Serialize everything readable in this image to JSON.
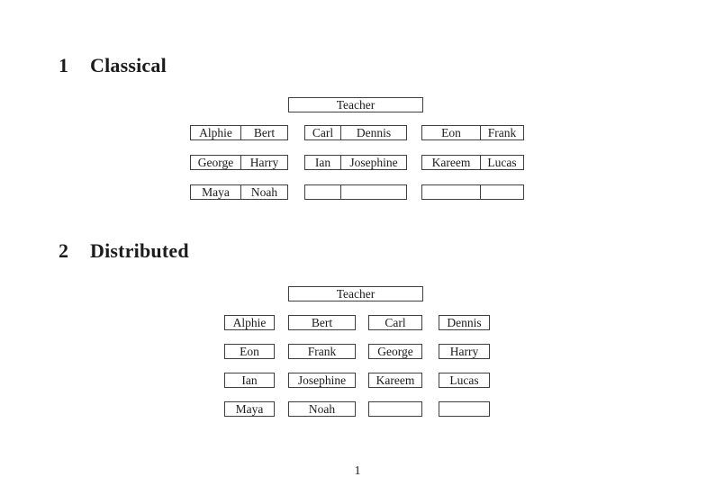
{
  "page": {
    "number": "1",
    "colors": {
      "background": "#ffffff",
      "border": "#3f3f3f",
      "text": "#1c1c1c"
    }
  },
  "sections": {
    "classical": {
      "number": "1",
      "title": "Classical",
      "teacher_label": "Teacher",
      "desk_rows": [
        [
          [
            "Alphie",
            "Bert"
          ],
          [
            "Carl",
            "Dennis"
          ],
          [
            "Eon",
            "Frank"
          ]
        ],
        [
          [
            "George",
            "Harry"
          ],
          [
            "Ian",
            "Josephine"
          ],
          [
            "Kareem",
            "Lucas"
          ]
        ],
        [
          [
            "Maya",
            "Noah"
          ],
          [
            "",
            ""
          ],
          [
            "",
            ""
          ]
        ]
      ]
    },
    "distributed": {
      "number": "2",
      "title": "Distributed",
      "teacher_label": "Teacher",
      "seat_rows": [
        [
          "Alphie",
          "Bert",
          "Carl",
          "Dennis"
        ],
        [
          "Eon",
          "Frank",
          "George",
          "Harry"
        ],
        [
          "Ian",
          "Josephine",
          "Kareem",
          "Lucas"
        ],
        [
          "Maya",
          "Noah",
          "",
          ""
        ]
      ]
    }
  }
}
